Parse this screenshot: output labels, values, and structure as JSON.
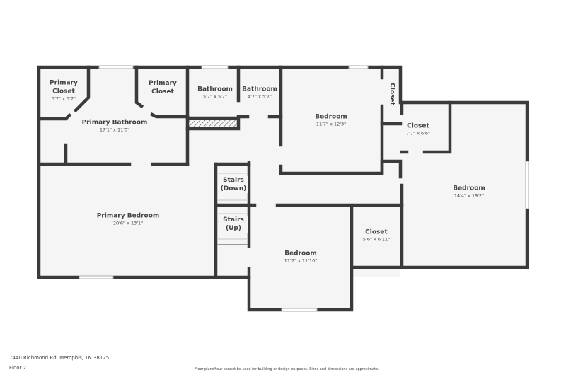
{
  "rooms": [
    {
      "name": "Primary Closet",
      "dims": "5'7\" x 5'7\""
    },
    {
      "name": "Primary Closet",
      "dims": ""
    },
    {
      "name": "Bathroom",
      "dims": "5'7\" x 5'7\""
    },
    {
      "name": "Bathroom",
      "dims": "4'7\" x 5'7\""
    },
    {
      "name": "Primary Bathroom",
      "dims": "17'1\" x 11'0\""
    },
    {
      "name": "Bedroom",
      "dims": "11'7\" x 12'3\""
    },
    {
      "name": "Closet",
      "dims": ""
    },
    {
      "name": "Closet",
      "dims": "7'7\" x 6'6\""
    },
    {
      "name": "Bedroom",
      "dims": "14'4\" x 19'2\""
    },
    {
      "name": "Stairs (Down)",
      "dims": ""
    },
    {
      "name": "Stairs (Up)",
      "dims": ""
    },
    {
      "name": "Primary Bedroom",
      "dims": "20'6\" x 13'1\""
    },
    {
      "name": "Bedroom",
      "dims": "11'7\" x 11'10\""
    },
    {
      "name": "Closet",
      "dims": "5'6\" x 6'11\""
    }
  ],
  "footer": {
    "address": "7440 Richmond Rd, Memphis, TN 38125",
    "floor": "Floor 2",
    "disclaimer": "Floor plans/tour cannot be used for building or design purposes. Sizes and dimensions are approximate."
  },
  "colors": {
    "wall": "#3a3a3a",
    "floor": "#f5f5f5",
    "window": "#d8d8d8",
    "text": "#444444"
  }
}
